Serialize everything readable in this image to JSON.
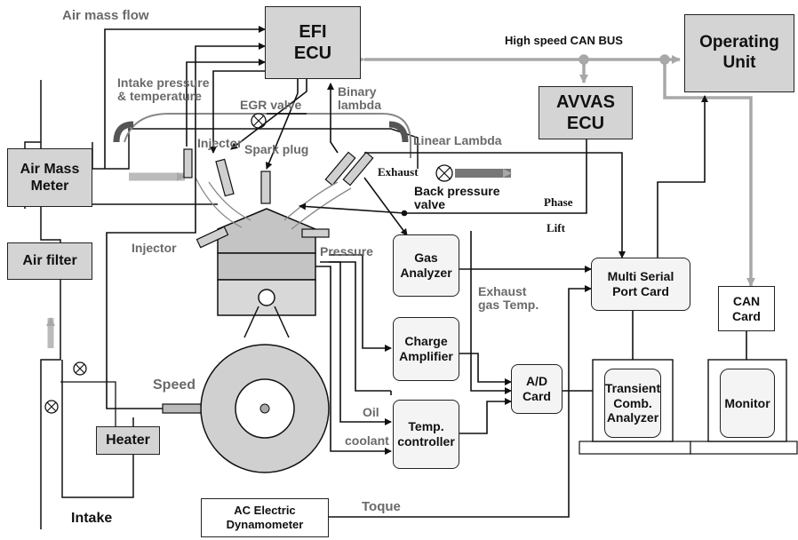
{
  "boxes": {
    "efi_ecu": "EFI\nECU",
    "operating_unit": "Operating\nUnit",
    "avvas_ecu": "AVVAS\nECU",
    "air_mass_meter": "Air Mass\nMeter",
    "air_filter": "Air filter",
    "heater": "Heater",
    "gas_analyzer": "Gas\nAnalyzer",
    "charge_amplifier": "Charge\nAmplifier",
    "temp_controller": "Temp.\ncontroller",
    "ad_card": "A/D\nCard",
    "multi_serial_port_card": "Multi Serial\nPort Card",
    "can_card": "CAN\nCard",
    "transient_analyzer": "Transient\nComb.\nAnalyzer",
    "monitor": "Monitor",
    "ac_dynamometer": "AC Electric\nDynamometer"
  },
  "labels": {
    "air_mass_flow": "Air mass flow",
    "high_speed_can_bus": "High speed CAN BUS",
    "intake_pressure": "Intake pressure\n& temperature",
    "egr_valve": "EGR valve",
    "binary_lambda": "Binary\nlambda",
    "linear_lambda": "Linear Lambda",
    "injector_top": "Injector",
    "spark_plug": "Spark plug",
    "exhaust": "Exhaust",
    "back_pressure_valve": "Back pressure\nvalve",
    "phase": "Phase",
    "lift": "Lift",
    "injector_side": "Injector",
    "pressure": "Pressure",
    "exhaust_gas_temp": "Exhaust\ngas Temp.",
    "speed": "Speed",
    "oil": "Oil",
    "coolant": "coolant",
    "toque": "Toque",
    "intake": "Intake"
  },
  "colors": {
    "line": "#111111",
    "can_bus": "#a8a8a8",
    "box_fill": "#d4d4d4",
    "engine_fill": "#c4c4c4"
  }
}
